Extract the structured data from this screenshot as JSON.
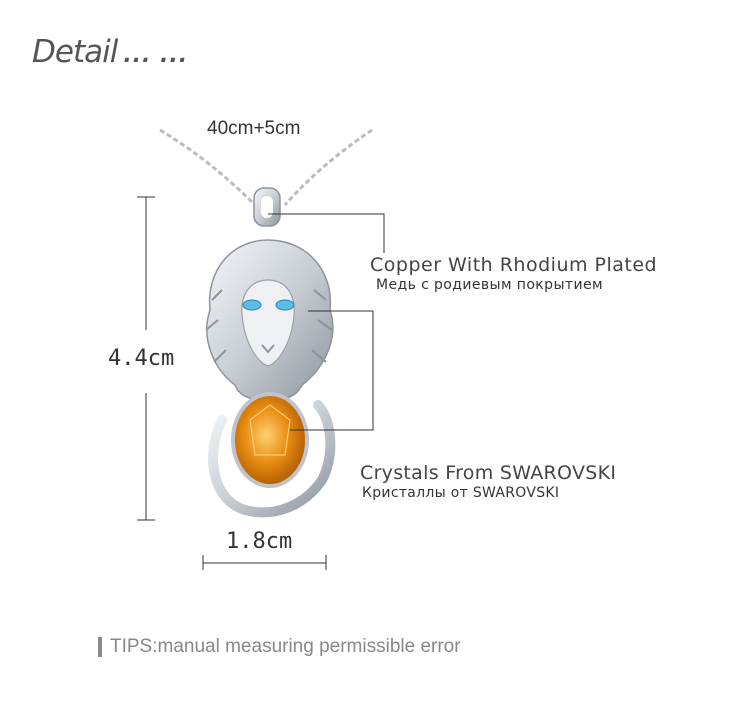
{
  "header": {
    "title": "Detail",
    "dots": "... ..."
  },
  "dimensions": {
    "chain_length": "40cm+5cm",
    "height": "4.4cm",
    "width": "1.8cm"
  },
  "callouts": {
    "material_en": "Copper With Rhodium Plated",
    "material_ru": "Медь с родиевым покрытием",
    "crystal_en": "Crystals From SWAROVSKI",
    "crystal_ru": "Кристаллы от SWAROVSKI"
  },
  "footer": {
    "tips": "TIPS:manual measuring permissible error"
  },
  "colors": {
    "metal": "#d9dde2",
    "metal_dark": "#9aa0a8",
    "crystal": "#e58a10",
    "eyes": "#5bbde6",
    "line": "#333333"
  }
}
